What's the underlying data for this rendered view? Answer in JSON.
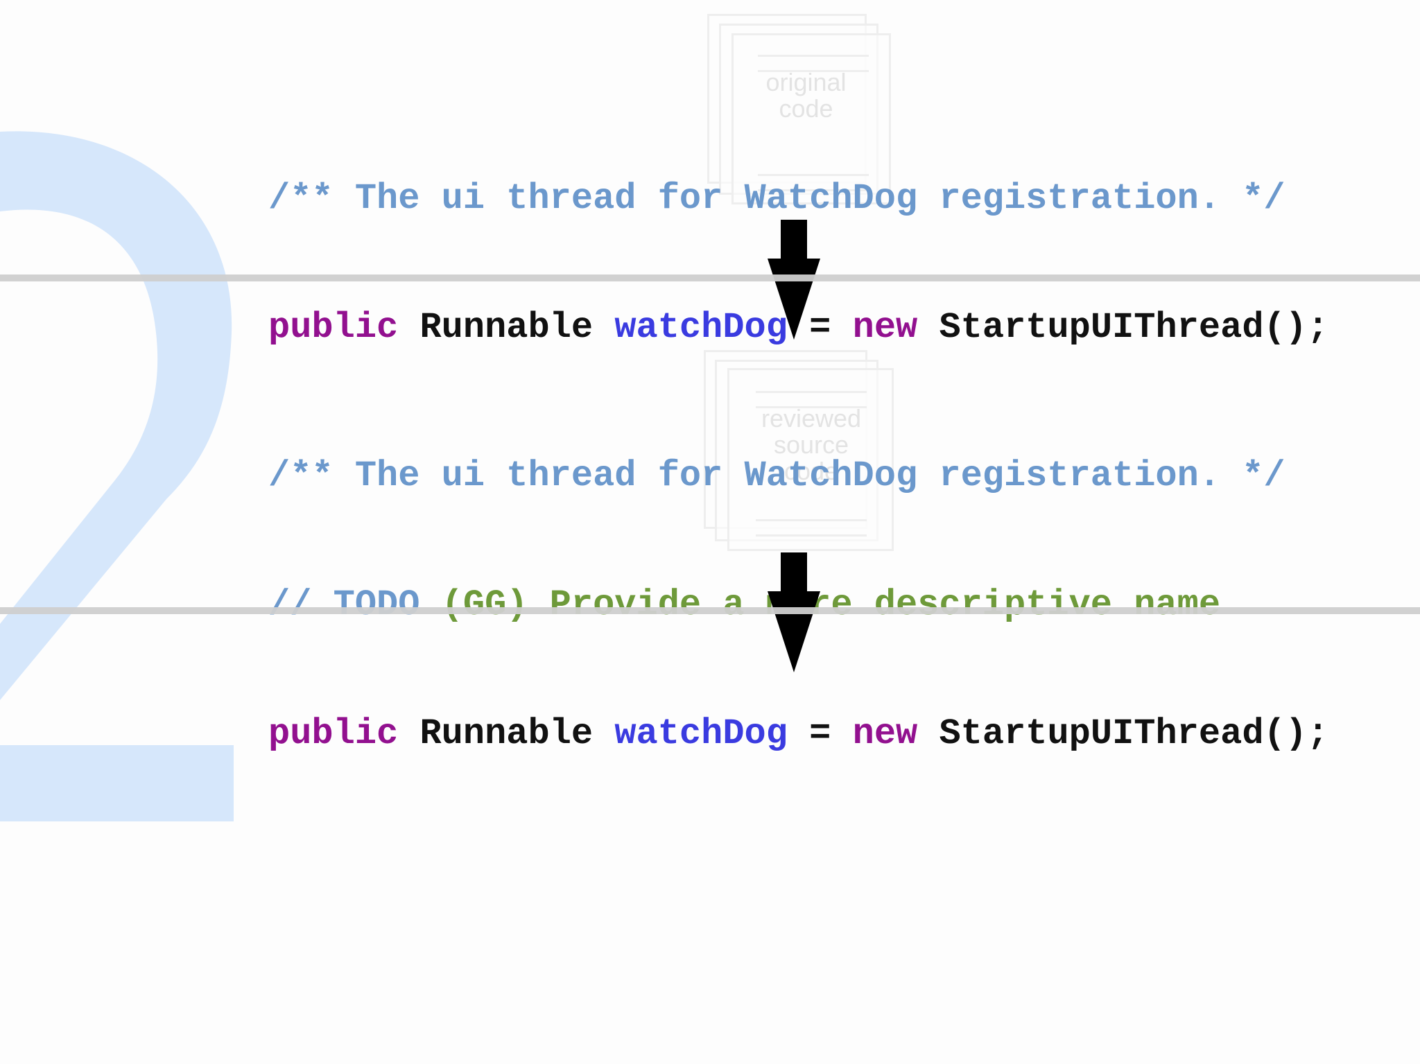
{
  "background": {
    "digit": "2",
    "digit_color": "#d6e7fb"
  },
  "stage1": {
    "doc_icon_label": "original code",
    "code": {
      "comment": "/** The ui thread for WatchDog registration. */",
      "kw_public": "public",
      "type": "Runnable",
      "field": "watchDog",
      "eq": "=",
      "kw_new": "new",
      "ctor": "StartupUIThread();"
    }
  },
  "stage2": {
    "doc_icon_label": "reviewed source code",
    "code": {
      "comment": "/** The ui thread for WatchDog registration. */",
      "todo_prefix": "// TODO",
      "todo_text": "(GG) Provide a more descriptive name",
      "kw_public": "public",
      "type": "Runnable",
      "field": "watchDog",
      "eq": "=",
      "kw_new": "new",
      "ctor": "StartupUIThread();"
    }
  },
  "colors": {
    "comment": "#6b98cc",
    "todo": "#6e9a3a",
    "keyword": "#92108f",
    "identifier": "#3a3be0",
    "arrow": "#000000",
    "divider": "#cfcfcf"
  },
  "icons": [
    "down-arrow-icon",
    "document-stack-icon"
  ]
}
